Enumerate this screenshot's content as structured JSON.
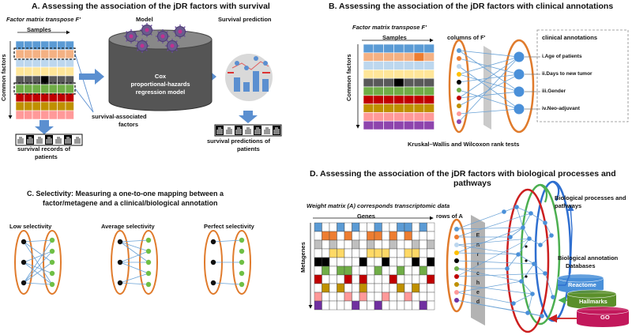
{
  "panel_a": {
    "title": "A. Assessing the association of the jDR factors with survival",
    "matrix_title": "Factor matrix transpose F'",
    "samples": "Samples",
    "common_factors": "Common factors",
    "model_head": "Model",
    "model_lines": [
      "Cox",
      "proportional-hazards",
      "regression model"
    ],
    "survival_head": "Survival prediction",
    "surv_factors": [
      "survival-associated",
      "factors"
    ],
    "records": [
      "survival records of",
      "patients"
    ],
    "predictions": [
      "survival predictions of",
      "patients"
    ]
  },
  "panel_b": {
    "title": "B. Assessing the association of the jDR factors with clinical annotations",
    "matrix_title": "Factor matrix transpose F'",
    "samples": "Samples",
    "columns": "columns of F'",
    "common_factors": "Common factors",
    "annot_head": "clinical annotations",
    "annotations": [
      "i.Age of patients",
      "ii.Days to new tumor",
      "iii.Gender",
      "iv.Neo-adjuvant"
    ],
    "tests": "Kruskal–Wallis and Wilcoxon rank tests"
  },
  "panel_c": {
    "title_lines": [
      "C. Selectivity: Measuring a one-to-one mapping between a",
      "factor/metagene and a clinical/biological annotation"
    ],
    "low": "Low selectivity",
    "average": "Average selectivity",
    "perfect": "Perfect selectivity"
  },
  "panel_d": {
    "title_lines": [
      "D. Assessing the association of the jDR factors with biological processes and",
      "pathways"
    ],
    "weight_title": "Weight matrix (A) corresponds transcriptomic data",
    "genes": "Genes",
    "rows": "rows of A",
    "metagenes": "Metagenes",
    "enriched": "Enriched",
    "bio_proc": [
      "Biological processes and",
      "pathways"
    ],
    "bio_db": [
      "Biological annotation",
      "Databases"
    ],
    "dbs": [
      "Reactome",
      "Hallmarks",
      "GO"
    ]
  },
  "colors": {
    "orange": "#e07b2c",
    "blue_node": "#4a90d9",
    "link": "#6aa2d6",
    "red_ring": "#cc1f1f",
    "green_ring": "#4caf50",
    "blue_ring": "#2f6fd0",
    "reactome": "#4a90d9",
    "hallmarks": "#5a8f2a",
    "go": "#c2185b"
  }
}
